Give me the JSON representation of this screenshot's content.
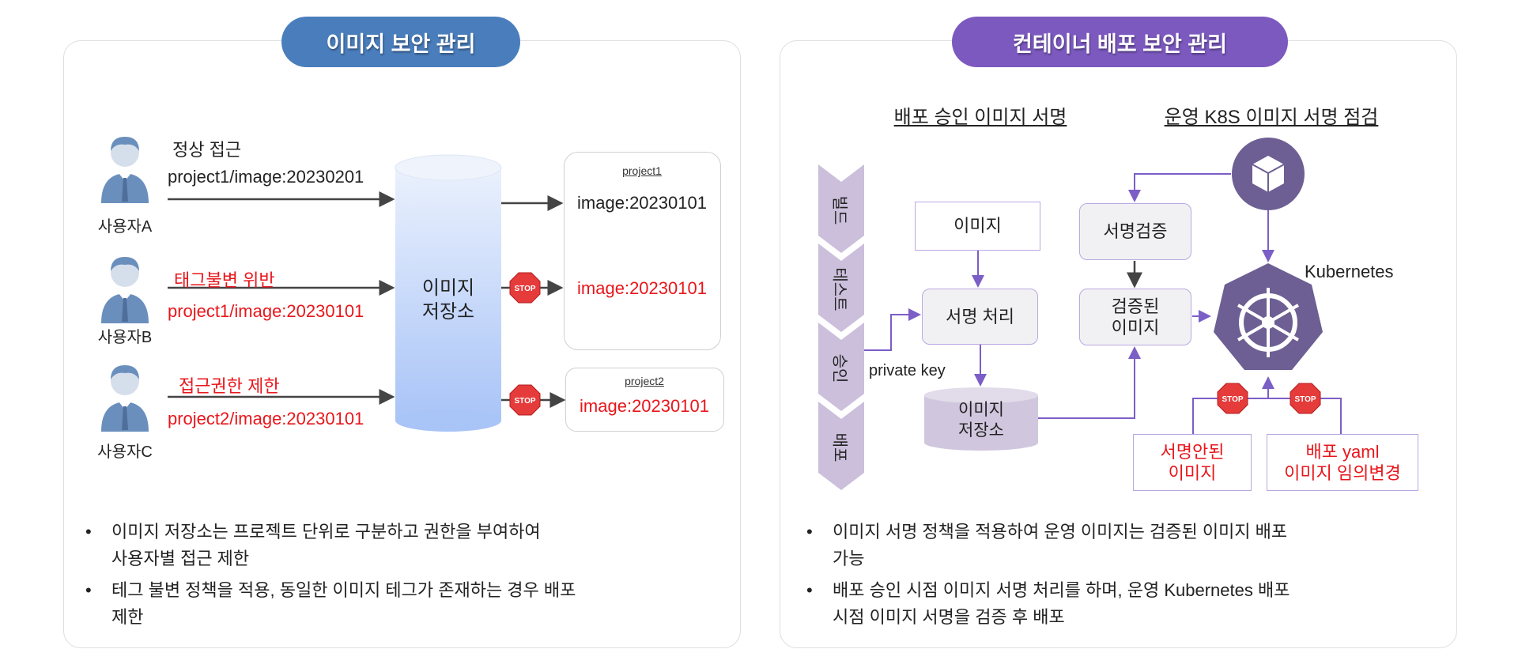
{
  "colors": {
    "left_accent": "#4a7dbb",
    "right_accent": "#7c59bf",
    "alert": "#e8161b",
    "line_purple": "#7b5ec6",
    "node_purple": "#6d5f93"
  },
  "left": {
    "title": "이미지 보안 관리",
    "users": [
      {
        "label": "사용자A",
        "status": "정상 접근",
        "request": "project1/image:20230201"
      },
      {
        "label": "사용자B",
        "status": "태그불변 위반",
        "request": "project1/image:20230101"
      },
      {
        "label": "사용자C",
        "status": "접근권한 제한",
        "request": "project2/image:20230101"
      }
    ],
    "registry": [
      "이미지",
      "저장소"
    ],
    "projects": [
      {
        "name": "project1",
        "images": [
          "image:20230101",
          "image:20230101"
        ]
      },
      {
        "name": "project2",
        "images": [
          "image:20230101"
        ]
      }
    ],
    "stop_label": "STOP",
    "bullets": [
      [
        "이미지 저장소는 프로젝트 단위로 구분하고 권한을 부여하여",
        "사용자별 접근 제한"
      ],
      [
        "테그 불변 정책을 적용, 동일한 이미지 테그가 존재하는 경우 배포",
        "제한"
      ]
    ]
  },
  "right": {
    "title": "컨테이너 배포 보안 관리",
    "heading_sign": "배포 승인 이미지 서명",
    "heading_check": "운영 K8S 이미지 서명 점검",
    "pipeline": [
      "빌드",
      "테스트",
      "승인",
      "배포"
    ],
    "image_box": "이미지",
    "sign_box": "서명 처리",
    "private_key": "private key",
    "registry": [
      "이미지",
      "저장소"
    ],
    "verify_box": "서명검증",
    "verified_box": [
      "검증된",
      "이미지"
    ],
    "kubernetes": "Kubernetes",
    "unsigned_box": [
      "서명안된",
      "이미지"
    ],
    "modified_box": [
      "배포 yaml",
      "이미지 임의변경"
    ],
    "stop_label": "STOP",
    "bullets": [
      [
        "이미지 서명 정책을 적용하여 운영 이미지는 검증된 이미지 배포",
        "가능"
      ],
      [
        "배포 승인 시점 이미지 서명 처리를 하며, 운영 Kubernetes 배포",
        "시점 이미지 서명을 검증 후 배포"
      ]
    ]
  }
}
